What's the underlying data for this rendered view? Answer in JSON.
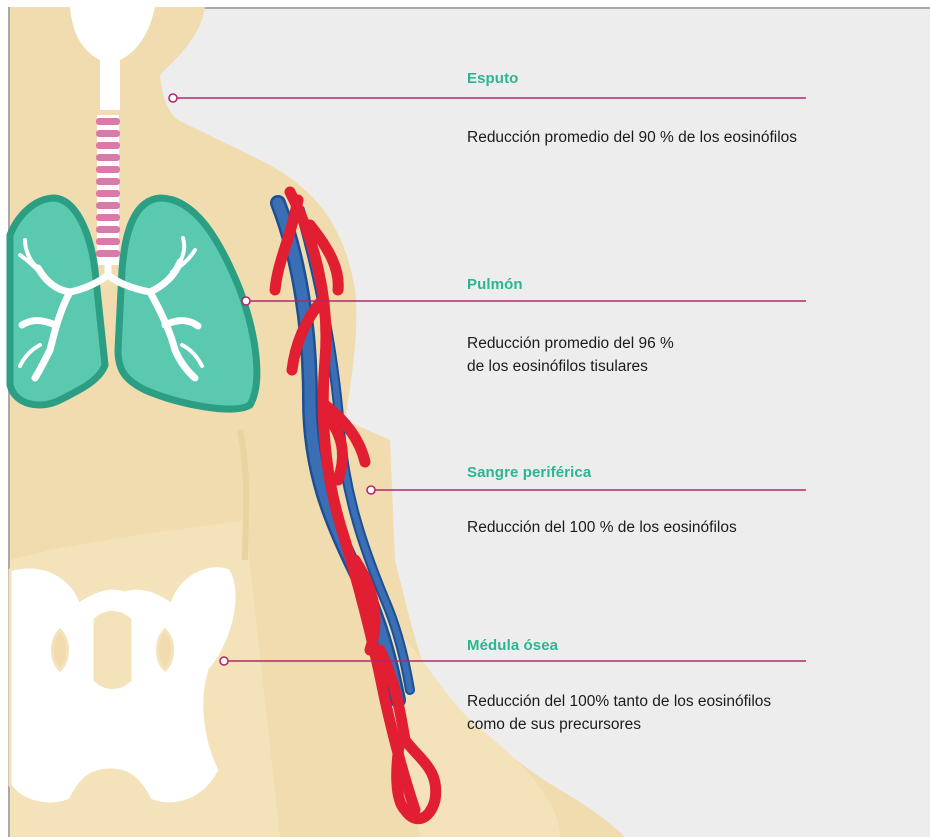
{
  "callouts": [
    {
      "title": "Esputo",
      "lines": [
        "Reducción promedio del 90 % de los eosinófilos"
      ]
    },
    {
      "title": "Pulmón",
      "lines": [
        "Reducción promedio del 96 %",
        "de los eosinófilos tisulares"
      ]
    },
    {
      "title": "Sangre periférica",
      "lines": [
        "Reducción del 100 % de los eosinófilos"
      ]
    },
    {
      "title": "Médula ósea",
      "lines": [
        "Reducción del 100% tanto de los eosinófilos",
        "como de sus precursores"
      ]
    }
  ],
  "colors": {
    "accent_title": "#2bb591",
    "leader_line": "#b5276a",
    "body_silhouette": "#f0dcae",
    "lung": "#5bc8b0",
    "lung_outline": "#2b9e83",
    "trachea_rings": "#d97aa8",
    "artery": "#e11e32",
    "vein": "#3a6fb5",
    "bone": "#ffffff"
  },
  "icons": {
    "body": "human-torso-illustration",
    "lungs": "lungs-icon",
    "blood_vessels": "blood-vessels-icon",
    "pelvis": "pelvis-bone-icon"
  }
}
